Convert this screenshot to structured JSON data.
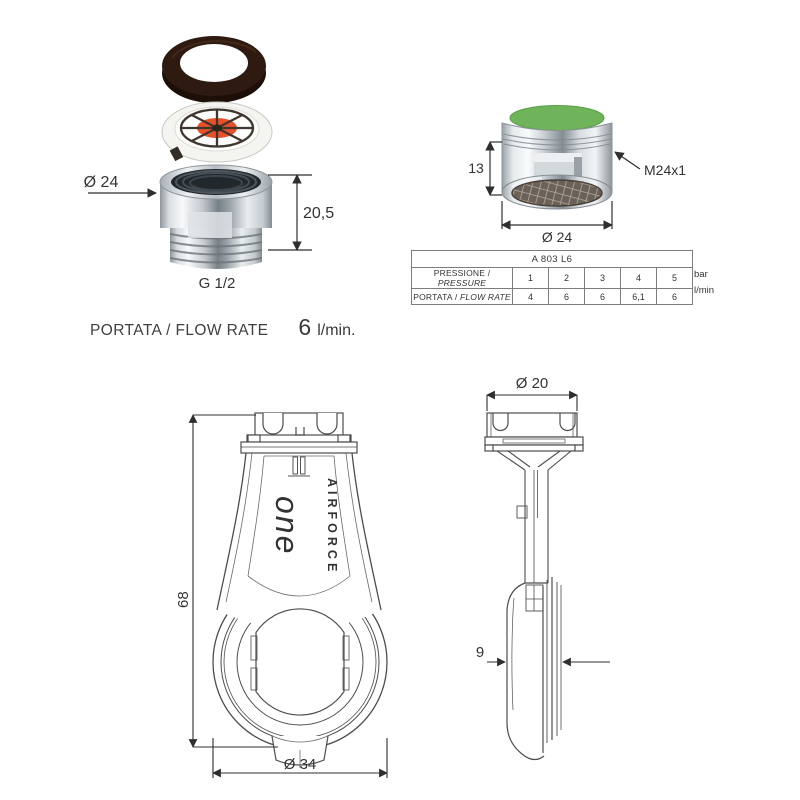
{
  "colors": {
    "gasket_brown": "#2e1a10",
    "filter_orange": "#e8502a",
    "green_gasket": "#6fb35a",
    "drawing_line": "#4d4d4d",
    "text": "#3d3d3d"
  },
  "exploded_view": {
    "dim_diameter": "Ø 24",
    "dim_height": "20,5",
    "thread_label": "G 1/2"
  },
  "aerator_photo": {
    "dim_height": "13",
    "dim_diameter": "Ø 24",
    "thread_label": "M24x1"
  },
  "spec_table": {
    "model": "A 803 L6",
    "rows": [
      {
        "label": "PRESSIONE /",
        "label_en": "PRESSURE",
        "values": [
          "1",
          "2",
          "3",
          "4",
          "5"
        ],
        "unit": "bar"
      },
      {
        "label": "PORTATA /",
        "label_en": "FLOW RATE",
        "values": [
          "4",
          "6",
          "6",
          "6,1",
          "6"
        ],
        "unit": "l/min"
      }
    ]
  },
  "flow_summary": {
    "label": "PORTATA / FLOW RATE",
    "value": "6",
    "unit": "l/min."
  },
  "key_front_view": {
    "dim_height": "68",
    "dim_diameter": "Ø 34",
    "brand": "AIRFORCE",
    "brand_script": "one"
  },
  "key_side_view": {
    "dim_diameter": "Ø 20",
    "dim_thickness": "9"
  }
}
